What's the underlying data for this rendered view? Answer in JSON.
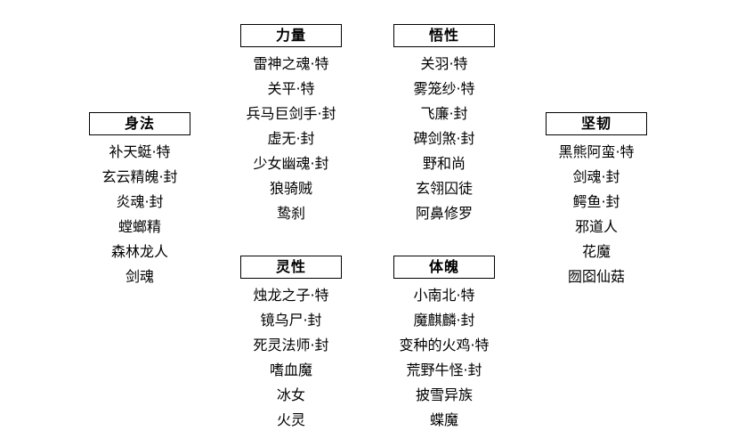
{
  "diagram": {
    "type": "grouped-label-lists",
    "background_color": "#ffffff",
    "text_color": "#000000",
    "border_color": "#000000",
    "groups": [
      {
        "id": "shenfa",
        "title": "身法",
        "items": [
          "补天蜓·特",
          "玄云精魄·封",
          "炎魂·封",
          "螳螂精",
          "森林龙人",
          "剑魂"
        ]
      },
      {
        "id": "liliang",
        "title": "力量",
        "items": [
          "雷神之魂·特",
          "关平·特",
          "兵马巨剑手·封",
          "虚无·封",
          "少女幽魂·封",
          "狼骑贼",
          "鸷刹"
        ]
      },
      {
        "id": "wuxing",
        "title": "悟性",
        "items": [
          "关羽·特",
          "雾笼纱·特",
          "飞廉·封",
          "碑剑煞·封",
          "野和尚",
          "玄翎囚徒",
          "阿鼻修罗"
        ]
      },
      {
        "id": "jianren",
        "title": "坚韧",
        "items": [
          "黑熊阿蛮·特",
          "剑魂·封",
          "鳄鱼·封",
          "邪道人",
          "花魔",
          "囫囵仙菇"
        ]
      },
      {
        "id": "lingxing",
        "title": "灵性",
        "items": [
          "烛龙之子·特",
          "镜乌尸·封",
          "死灵法师·封",
          "嗜血魔",
          "冰女",
          "火灵"
        ]
      },
      {
        "id": "tipo",
        "title": "体魄",
        "items": [
          "小南北·特",
          "魔麒麟·封",
          "变种的火鸡·特",
          "荒野牛怪·封",
          "披雪异族",
          "蝶魔"
        ]
      }
    ]
  }
}
